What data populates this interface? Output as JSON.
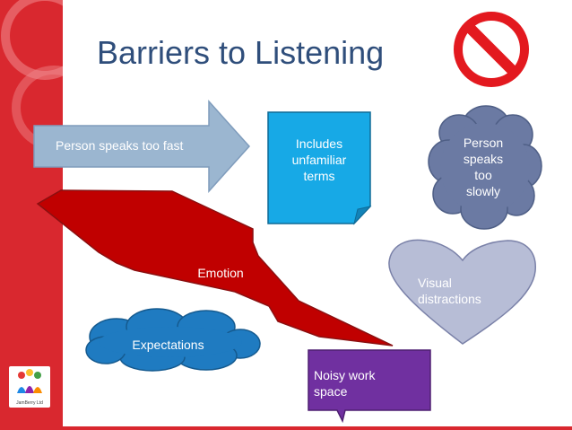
{
  "slide": {
    "title": "Barriers to Listening",
    "shapes": {
      "arrow": "Person speaks too fast",
      "note": [
        "Includes",
        "unfamiliar",
        "terms"
      ],
      "cloud_top": [
        "Person",
        "speaks",
        "too",
        "slowly"
      ],
      "lightning": "Emotion",
      "heart": [
        "Visual",
        "distractions"
      ],
      "cloud_bottom": "Expectations",
      "callout": [
        "Noisy work",
        "space"
      ]
    },
    "logo_text": "JamBerry Ltd"
  },
  "colors": {
    "accent_red": "#d9282f",
    "title_blue": "#2f4e7b",
    "arrow_blue": "#9bb6d0",
    "note_cyan": "#17a9e6",
    "cloud_slate": "#6b7aa3",
    "lightning_red": "#c00000",
    "heart_lavender": "#b7bdd6",
    "cloud_blue": "#1f7bc1",
    "callout_purple": "#7030a0"
  },
  "icons": [
    "no-entry-icon",
    "company-logo-icon"
  ]
}
